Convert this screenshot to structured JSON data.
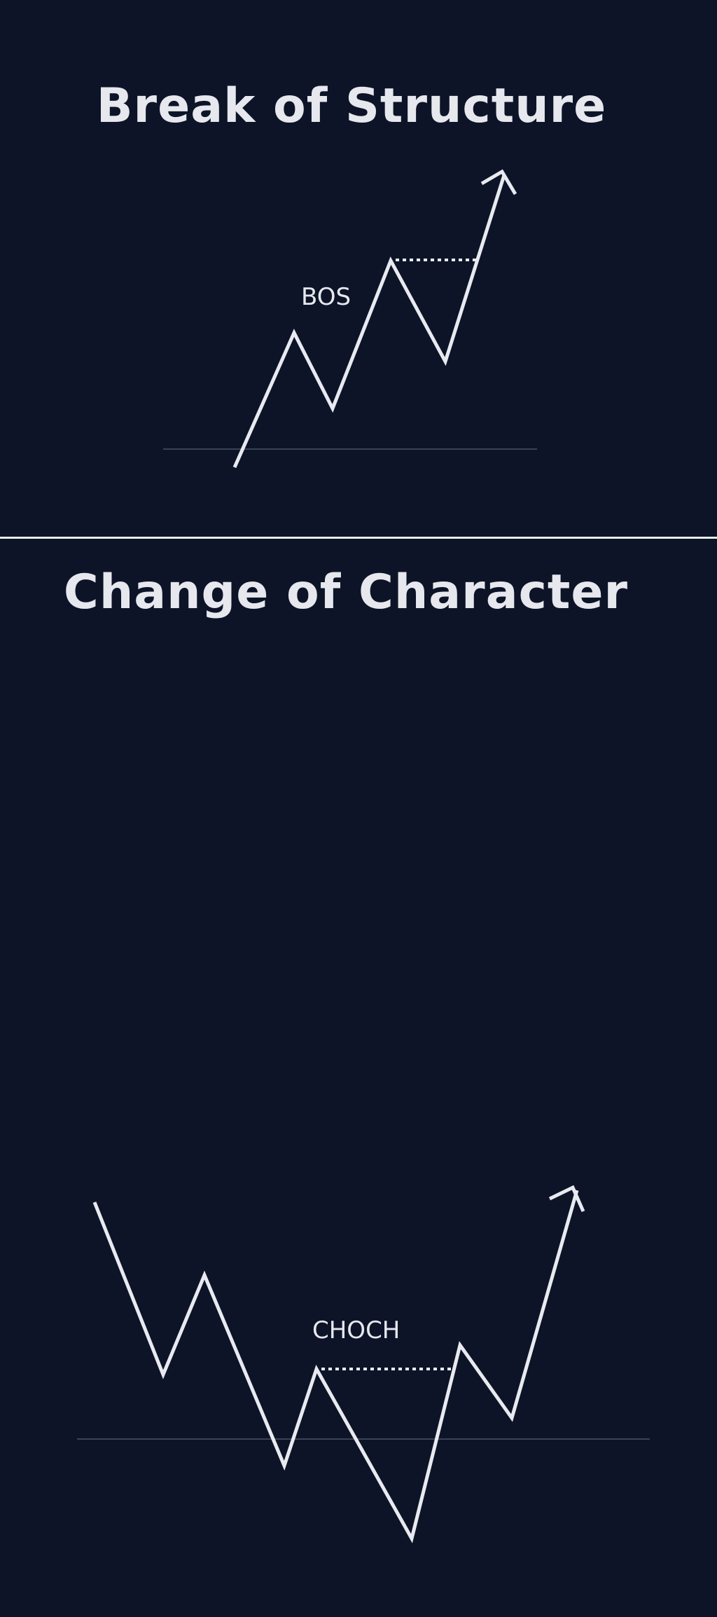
{
  "top_panel": {
    "title": "Break of Structure",
    "label": "BOS"
  },
  "bottom_panel": {
    "title": "Change of Character",
    "label": "CHOCH"
  },
  "colors": {
    "background": "#0d1428",
    "line": "#e8eaf0",
    "baseline": "#3a4256"
  }
}
